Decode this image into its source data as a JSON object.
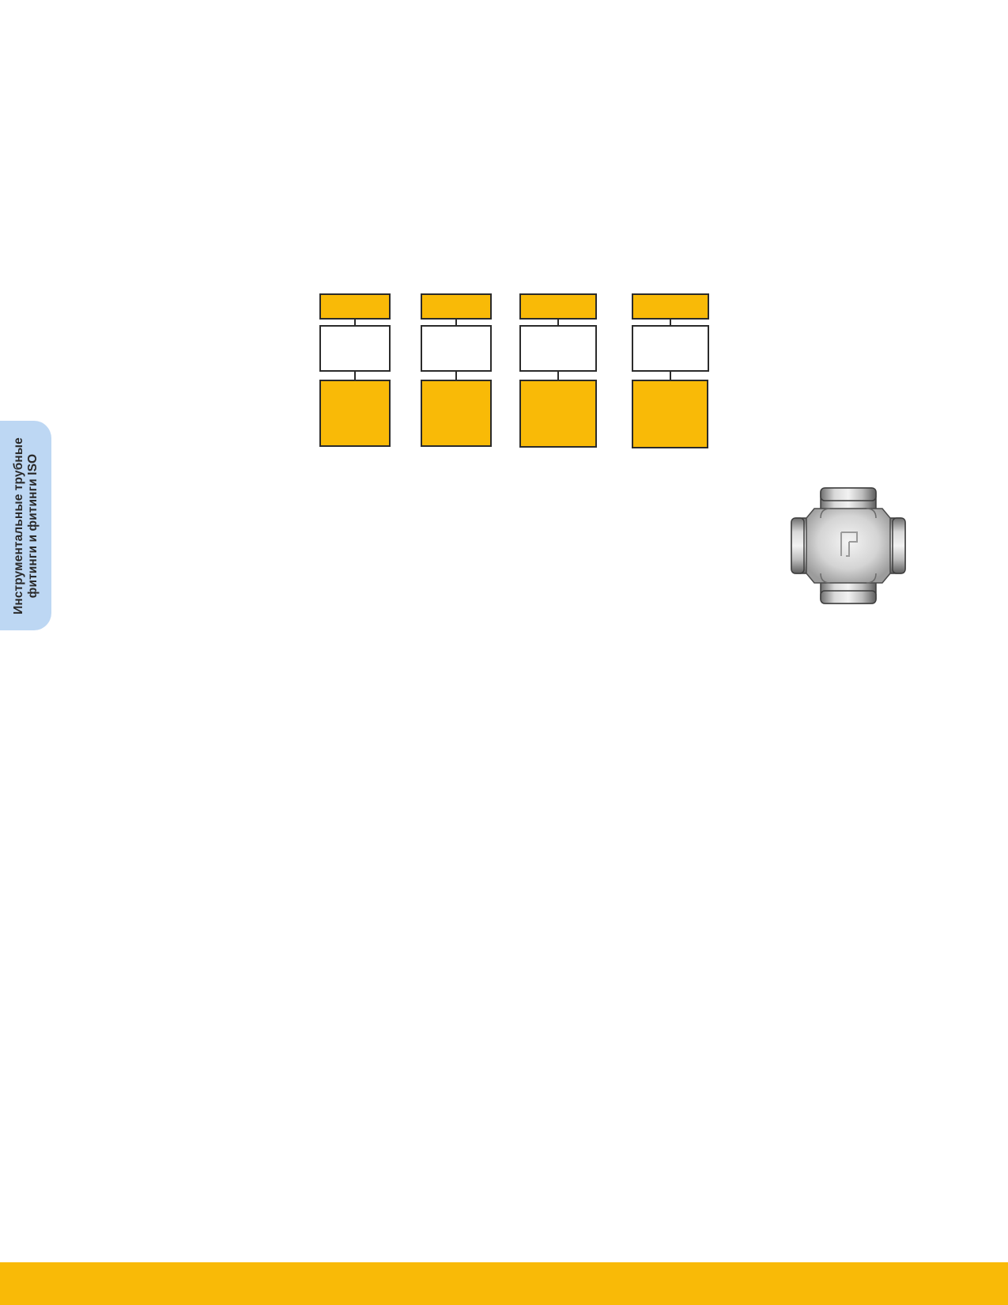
{
  "side_tab": {
    "line1": "Инструментальные трубные",
    "line2": "фитинги и фитинги ISO"
  },
  "colors": {
    "accent": "#F9BA07",
    "tab_bg": "#BDD7F3",
    "white": "#FFFFFF",
    "outline": "#2B2B2B"
  },
  "diagram": {
    "columns": [
      {
        "id": 1,
        "top_label": "",
        "middle_label": "",
        "bottom_label": ""
      },
      {
        "id": 2,
        "top_label": "",
        "middle_label": "",
        "bottom_label": ""
      },
      {
        "id": 3,
        "top_label": "",
        "middle_label": "",
        "bottom_label": ""
      },
      {
        "id": 4,
        "top_label": "",
        "middle_label": "",
        "bottom_label": ""
      }
    ]
  },
  "image": {
    "icon": "cross-fitting-icon"
  }
}
